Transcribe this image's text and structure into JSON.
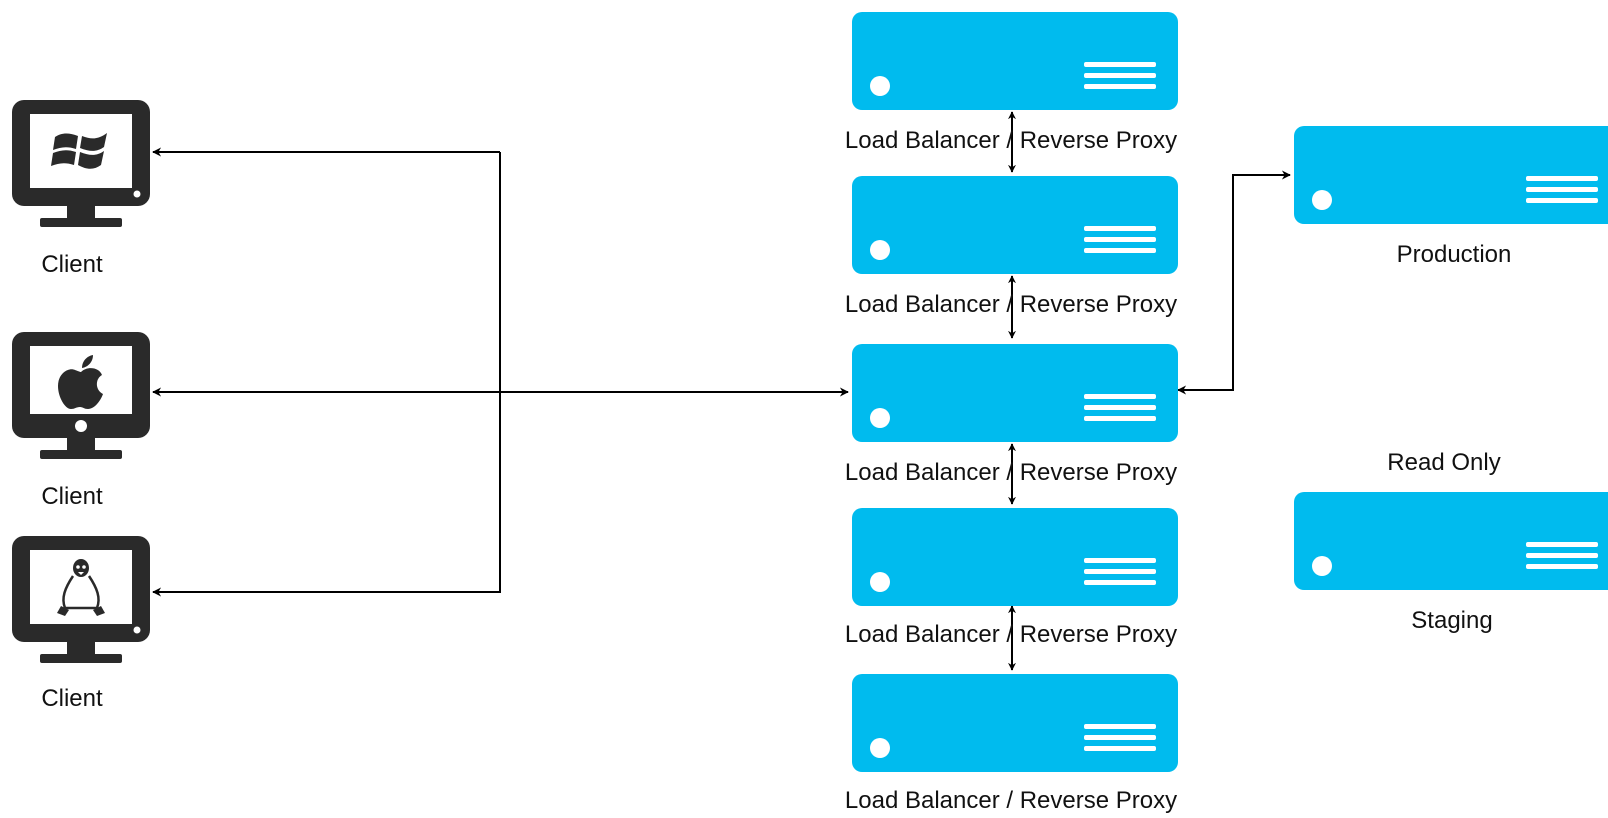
{
  "colors": {
    "server_fill": "#00bbee",
    "server_detail": "#ffffff",
    "monitor_body": "#2a2a2a",
    "monitor_screen": "#ffffff",
    "line": "#000000"
  },
  "clients": [
    {
      "label": "Client",
      "icon": "windows-logo-icon"
    },
    {
      "label": "Client",
      "icon": "apple-logo-icon"
    },
    {
      "label": "Client",
      "icon": "linux-penguin-icon"
    }
  ],
  "load_balancers": [
    {
      "label": "Load Balancer / Reverse Proxy"
    },
    {
      "label": "Load Balancer / Reverse Proxy"
    },
    {
      "label": "Load Balancer / Reverse Proxy"
    },
    {
      "label": "Load Balancer / Reverse Proxy"
    },
    {
      "label": "Load Balancer / Reverse Proxy"
    }
  ],
  "right_servers": {
    "production_label": "Production",
    "read_only_label": "Read Only",
    "staging_label": "Staging"
  }
}
